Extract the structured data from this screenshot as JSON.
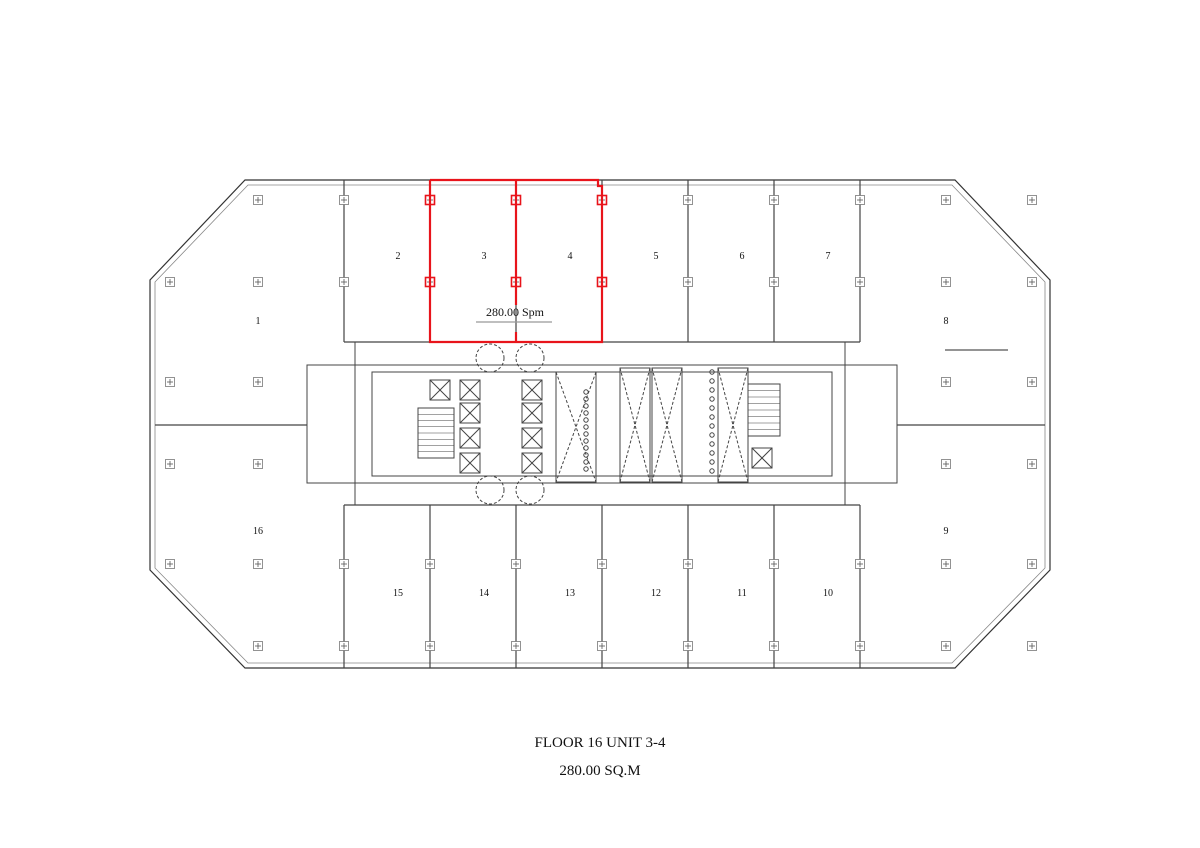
{
  "plan": {
    "units_top": [
      "2",
      "3",
      "4",
      "5",
      "6",
      "7"
    ],
    "units_bottom": [
      "15",
      "14",
      "13",
      "12",
      "11",
      "10"
    ],
    "wing_units": {
      "top_left": "1",
      "bottom_left": "16",
      "top_right": "8",
      "bottom_right": "9"
    },
    "highlighted_units": [
      "3",
      "4"
    ],
    "highlight_area_label": "280.00 Spm",
    "highlight_color": "#e8141b"
  },
  "caption": {
    "title": "FLOOR 16 UNIT 3-4",
    "area": "280.00 SQ.M"
  }
}
